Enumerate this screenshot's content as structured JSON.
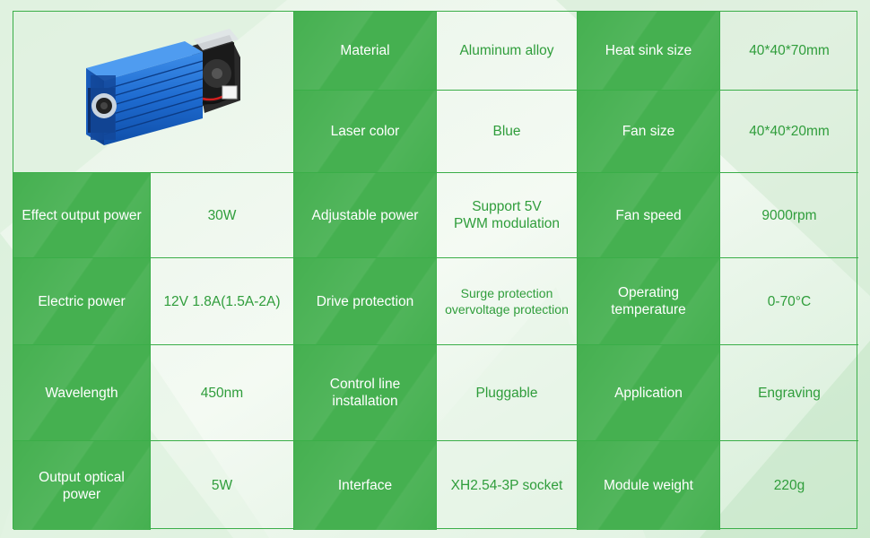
{
  "colors": {
    "label_bg": "#45b050",
    "label_text": "#ffffff",
    "value_text": "#2f9d3b",
    "border": "#3aae48"
  },
  "product_image": {
    "icon": "laser-module-icon"
  },
  "specs": {
    "material": {
      "label": "Material",
      "value": "Aluminum alloy"
    },
    "heat_sink_size": {
      "label": "Heat sink size",
      "value": "40*40*70mm"
    },
    "laser_color": {
      "label": "Laser color",
      "value": "Blue"
    },
    "fan_size": {
      "label": "Fan size",
      "value": "40*40*20mm"
    },
    "effect_output_power": {
      "label": "Effect output power",
      "value": "30W"
    },
    "adjustable_power": {
      "label": "Adjustable power",
      "value_line1": "Support 5V",
      "value_line2": "PWM modulation"
    },
    "fan_speed": {
      "label": "Fan speed",
      "value": "9000rpm"
    },
    "electric_power": {
      "label": "Electric power",
      "value": "12V 1.8A(1.5A-2A)"
    },
    "drive_protection": {
      "label": "Drive protection",
      "value_line1": "Surge protection",
      "value_line2": "overvoltage protection"
    },
    "operating_temperature": {
      "label_line1": "Operating",
      "label_line2": "temperature",
      "value": "0-70°C"
    },
    "wavelength": {
      "label": "Wavelength",
      "value": "450nm"
    },
    "control_line_installation": {
      "label_line1": "Control line",
      "label_line2": "installation",
      "value": "Pluggable"
    },
    "application": {
      "label": "Application",
      "value": "Engraving"
    },
    "output_optical_power": {
      "label_line1": "Output optical",
      "label_line2": "power",
      "value": "5W"
    },
    "interface": {
      "label": "Interface",
      "value": "XH2.54-3P socket"
    },
    "module_weight": {
      "label": "Module weight",
      "value": "220g"
    }
  }
}
